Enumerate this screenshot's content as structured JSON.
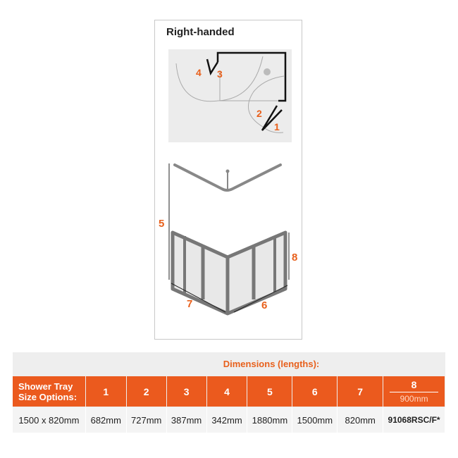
{
  "diagram": {
    "title": "Right-handed",
    "plan_labels": [
      "1",
      "2",
      "3",
      "4"
    ],
    "elevation_labels": [
      "5",
      "6",
      "7",
      "8"
    ]
  },
  "table": {
    "header": "Dimensions (lengths):",
    "row_header": [
      "Shower Tray",
      "Size Options:"
    ],
    "columns": [
      "1",
      "2",
      "3",
      "4",
      "5",
      "6",
      "7"
    ],
    "col8_label": "8",
    "col8_sub": "900mm",
    "rows": [
      {
        "size": "1500 x 820mm",
        "values": [
          "682mm",
          "727mm",
          "387mm",
          "342mm",
          "1880mm",
          "1500mm",
          "820mm"
        ],
        "code": "91068RSC/F*"
      }
    ]
  },
  "colors": {
    "accent": "#eb5a1e",
    "label": "#e8601c"
  }
}
